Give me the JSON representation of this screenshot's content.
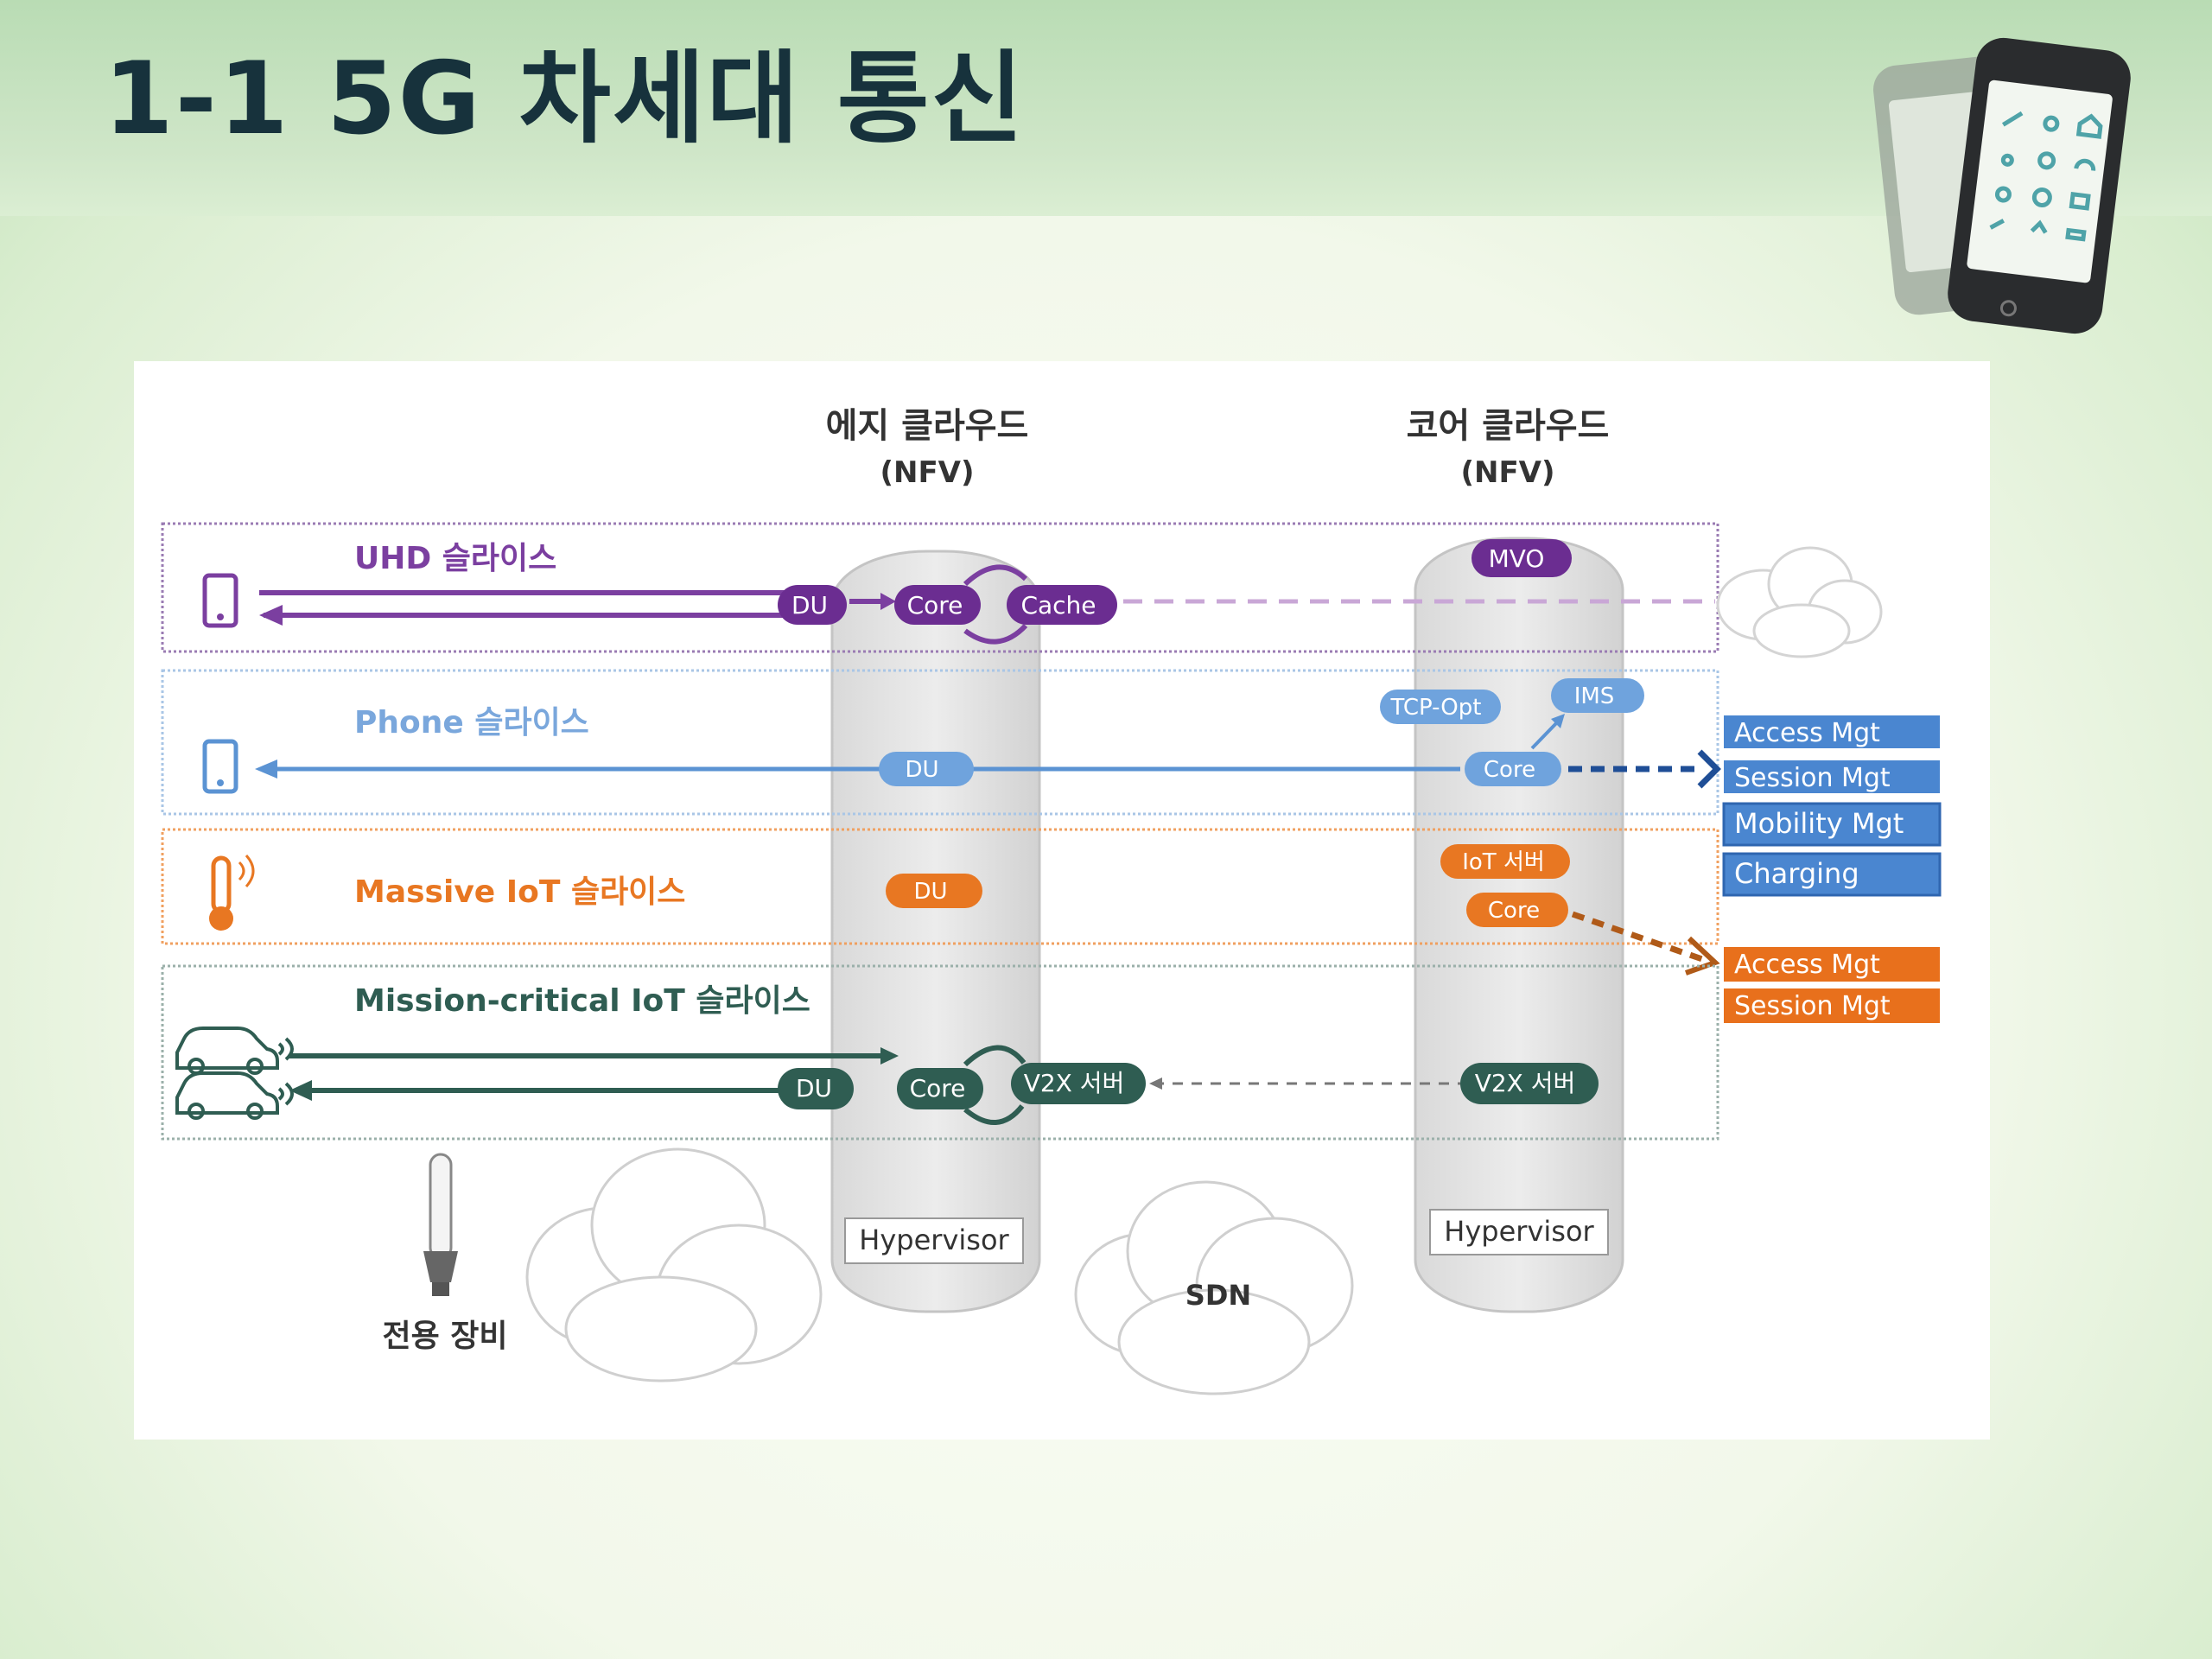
{
  "slide_title": "1-1 5G 차세대 통신",
  "diagram": {
    "edge_cloud": {
      "title": "에지 클라우드",
      "subtitle": "(NFV)",
      "hypervisor": "Hypervisor"
    },
    "core_cloud": {
      "title": "코어 클라우드",
      "subtitle": "(NFV)",
      "hypervisor": "Hypervisor"
    },
    "sdn_label": "SDN",
    "dedicated_equipment": "전용 장비",
    "slices": {
      "uhd": {
        "label": "UHD 슬라이스",
        "color": "#7b3fa0",
        "du": "DU",
        "core": "Core",
        "cache": "Cache",
        "mvo": "MVO"
      },
      "phone": {
        "label": "Phone 슬라이스",
        "color": "#5b93d3",
        "du": "DU",
        "core": "Core",
        "tcp_opt": "TCP-Opt",
        "ims": "IMS",
        "functions": [
          "Access Mgt",
          "Session Mgt",
          "Mobility Mgt",
          "Charging"
        ]
      },
      "massive_iot": {
        "label": "Massive IoT 슬라이스",
        "color": "#e87722",
        "du": "DU",
        "iot_server": "IoT 서버",
        "core": "Core",
        "functions": [
          "Access Mgt",
          "Session Mgt"
        ]
      },
      "mission_critical": {
        "label": "Mission-critical IoT 슬라이스",
        "color": "#2f5d52",
        "du": "DU",
        "core": "Core",
        "v2x_edge": "V2X 서버",
        "v2x_core": "V2X 서버"
      }
    },
    "colors": {
      "function_blue": "#4a86d0",
      "function_orange": "#e8701c",
      "frame_gray": "#c8c8c8"
    }
  }
}
